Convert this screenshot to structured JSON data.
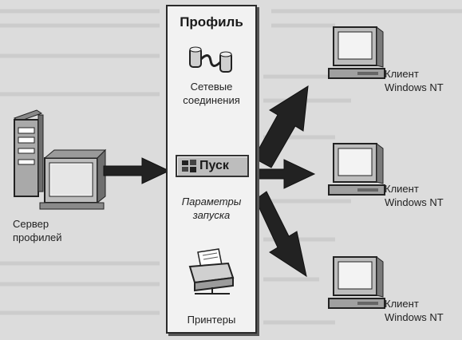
{
  "profile": {
    "title": "Профиль",
    "items": [
      {
        "line1": "Сетевые",
        "line2": "соединения"
      },
      {
        "start_label": "Пуск"
      },
      {
        "line1": "Параметры",
        "line2": "запуска"
      },
      {
        "line1": "Принтеры"
      }
    ]
  },
  "server": {
    "line1": "Сервер",
    "line2": "профилей"
  },
  "clients": [
    {
      "line1": "Клиент",
      "line2": "Windows NT"
    },
    {
      "line1": "Клиент",
      "line2": "Windows NT"
    },
    {
      "line1": "Клиент",
      "line2": "Windows NT"
    }
  ]
}
